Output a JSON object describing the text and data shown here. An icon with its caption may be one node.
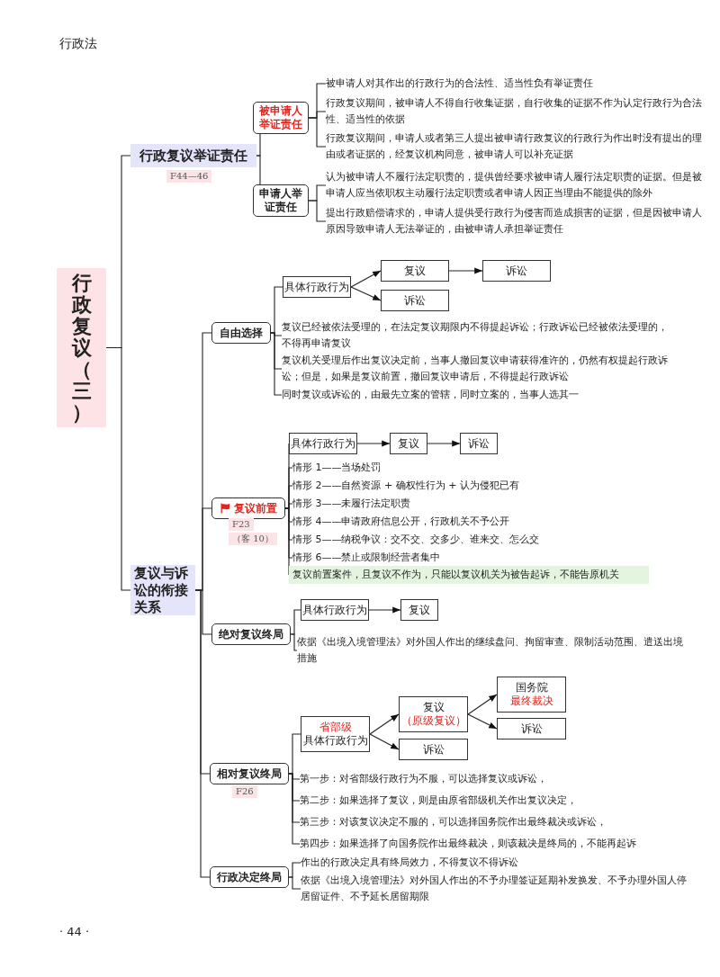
{
  "diagram": {
    "title": "行政法",
    "nodes": [
      {
        "text": [
          "行政复议（三）"
        ]
      },
      {
        "text": [
          "行政复议举证责任"
        ],
        "beside": [
          "F44—46"
        ]
      },
      {
        "text": [
          "被申请人举证责任"
        ]
      },
      {
        "text": [
          "被申请人对其作出的行政行为的合法性、适当性负有举证责任"
        ]
      },
      {
        "text": [
          "行政复议期间，被申请人不得自行收集证据，自行收集的证据不作为认定行政行为合法性、适当性的依据"
        ]
      },
      {
        "text": [
          "行政复议期间，申请人或者第三人提出被申请行政复议的行政行为作出时没有提出的理由或者证据的，经复议机构同意，被申请人可以补充证据"
        ]
      },
      {
        "text": [
          "申请人举证责任"
        ]
      },
      {
        "text": [
          "认为被申请人不履行法定职责的，提供曾经要求被申请人履行法定职责的证据。但是被申请人应当依职权主动履行法定职责或者申请人因正当理由不能提供的除外"
        ]
      },
      {
        "text": [
          "提出行政赔偿请求的，申请人提供受行政行为侵害而造成损害的证据，但是因被申请人原因导致申请人无法举证的，由被申请人承担举证责任"
        ]
      },
      {
        "text": [
          "复议与诉讼的衔接关系"
        ]
      },
      {
        "text": [
          "自由选择"
        ]
      },
      {
        "text": [
          "具体行政行为"
        ]
      },
      {
        "text": [
          "复议"
        ]
      },
      {
        "text": [
          "诉讼"
        ]
      },
      {
        "text": [
          "诉讼"
        ]
      },
      {
        "text": [
          "复议已经被依法受理的，在法定复议期限内不得提起诉讼；行政诉讼已经被依法受理的，不得再申请复议"
        ]
      },
      {
        "text": [
          "复议机关受理后作出复议决定前，当事人撤回复议申请获得准许的，仍然有权提起行政诉讼；但是，如果是复议前置，撤回复议申请后，不得提起行政诉讼"
        ]
      },
      {
        "text": [
          "同时复议或诉讼的，由最先立案的管辖，同时立案的，当事人选其一"
        ]
      },
      {
        "text": [
          "复议前置"
        ],
        "beside": [
          "F23",
          "（客 10）"
        ]
      },
      {
        "text": [
          "具体行政行为"
        ]
      },
      {
        "text": [
          "复议"
        ]
      },
      {
        "text": [
          "诉讼"
        ]
      },
      {
        "text": [
          "情形 1——当场处罚"
        ]
      },
      {
        "text": [
          "情形 2——自然资源 + 确权性行为 + 认为侵犯已有"
        ]
      },
      {
        "text": [
          "情形 3——未履行法定职责"
        ]
      },
      {
        "text": [
          "情形 4——申请政府信息公开，行政机关不予公开"
        ]
      },
      {
        "text": [
          "情形 5——纳税争议：交不交、交多少、谁来交、怎么交"
        ]
      },
      {
        "text": [
          "情形 6——禁止或限制经营者集中"
        ]
      },
      {
        "text": [
          "复议前置案件，且复议不作为，只能以复议机关为被告起诉，不能告原机关"
        ]
      },
      {
        "text": [
          "绝对复议终局"
        ]
      },
      {
        "text": [
          "具体行政行为"
        ]
      },
      {
        "text": [
          "复议"
        ]
      },
      {
        "text": [
          "依据《出境入境管理法》对外国人作出的继续盘问、拘留审查、限制活动范围、遣送出境措施"
        ]
      },
      {
        "text": [
          "相对复议终局"
        ],
        "beside": [
          "F26"
        ]
      },
      {
        "text": [
          "省部级",
          "具体行政行为"
        ]
      },
      {
        "text": [
          "复议",
          "（原级复议）"
        ]
      },
      {
        "text": [
          "国务院",
          "最终裁决"
        ]
      },
      {
        "text": [
          "诉讼"
        ]
      },
      {
        "text": [
          "诉讼"
        ]
      },
      {
        "text": [
          "第一步：对省部级行政行为不服，可以选择复议或诉讼，"
        ]
      },
      {
        "text": [
          "第二步：如果选择了复议，则是由原省部级机关作出复议决定，"
        ]
      },
      {
        "text": [
          "第三步：对该复议决定不服的，可以选择国务院作出最终裁决或诉讼，"
        ]
      },
      {
        "text": [
          "第四步：如果选择了向国务院作出最终裁决，则该裁决是终局的，不能再起诉"
        ]
      },
      {
        "text": [
          "行政决定终局"
        ]
      },
      {
        "text": [
          "作出的行政决定具有终局效力，不得复议不得诉讼"
        ]
      },
      {
        "text": [
          "依据《出境入境管理法》对外国人作出的不予办理签证延期补发换发、不予办理外国人停居留证件、不予延长居留期限"
        ]
      }
    ],
    "edges": [
      {
        "from": 0,
        "to": 1,
        "arrow": "none"
      },
      {
        "from": 1,
        "to": 2,
        "arrow": "none"
      },
      {
        "from": 2,
        "to": 3,
        "arrow": "none"
      },
      {
        "from": 2,
        "to": 4,
        "arrow": "none"
      },
      {
        "from": 2,
        "to": 5,
        "arrow": "none"
      },
      {
        "from": 1,
        "to": 6,
        "arrow": "none"
      },
      {
        "from": 6,
        "to": 7,
        "arrow": "none"
      },
      {
        "from": 6,
        "to": 8,
        "arrow": "none"
      },
      {
        "from": 0,
        "to": 9,
        "arrow": "none"
      },
      {
        "from": 9,
        "to": 10,
        "arrow": "none"
      },
      {
        "from": 10,
        "to": 11,
        "arrow": "none"
      },
      {
        "from": 11,
        "to": 12,
        "arrow": "to"
      },
      {
        "from": 12,
        "to": 13,
        "arrow": "to"
      },
      {
        "from": 11,
        "to": 14,
        "arrow": "to"
      },
      {
        "from": 10,
        "to": 15,
        "arrow": "none"
      },
      {
        "from": 10,
        "to": 16,
        "arrow": "none"
      },
      {
        "from": 10,
        "to": 17,
        "arrow": "none"
      },
      {
        "from": 9,
        "to": 18,
        "arrow": "none"
      },
      {
        "from": 18,
        "to": 19,
        "arrow": "none"
      },
      {
        "from": 19,
        "to": 20,
        "arrow": "to"
      },
      {
        "from": 20,
        "to": 21,
        "arrow": "to"
      },
      {
        "from": 18,
        "to": 22,
        "arrow": "none"
      },
      {
        "from": 18,
        "to": 23,
        "arrow": "none"
      },
      {
        "from": 18,
        "to": 24,
        "arrow": "none"
      },
      {
        "from": 18,
        "to": 25,
        "arrow": "none"
      },
      {
        "from": 18,
        "to": 26,
        "arrow": "none"
      },
      {
        "from": 18,
        "to": 27,
        "arrow": "none"
      },
      {
        "from": 18,
        "to": 28,
        "arrow": "none"
      },
      {
        "from": 9,
        "to": 29,
        "arrow": "none"
      },
      {
        "from": 29,
        "to": 30,
        "arrow": "none"
      },
      {
        "from": 30,
        "to": 31,
        "arrow": "to"
      },
      {
        "from": 29,
        "to": 32,
        "arrow": "none"
      },
      {
        "from": 9,
        "to": 33,
        "arrow": "none"
      },
      {
        "from": 33,
        "to": 34,
        "arrow": "none"
      },
      {
        "from": 34,
        "to": 35,
        "arrow": "to"
      },
      {
        "from": 35,
        "to": 36,
        "arrow": "to"
      },
      {
        "from": 35,
        "to": 37,
        "arrow": "to"
      },
      {
        "from": 34,
        "to": 38,
        "arrow": "to"
      },
      {
        "from": 33,
        "to": 39,
        "arrow": "none"
      },
      {
        "from": 33,
        "to": 40,
        "arrow": "none"
      },
      {
        "from": 33,
        "to": 41,
        "arrow": "none"
      },
      {
        "from": 33,
        "to": 42,
        "arrow": "none"
      },
      {
        "from": 9,
        "to": 43,
        "arrow": "none"
      },
      {
        "from": 43,
        "to": 44,
        "arrow": "none"
      },
      {
        "from": 43,
        "to": 45,
        "arrow": "none"
      }
    ],
    "labels": [
      "· 44 ·"
    ]
  }
}
